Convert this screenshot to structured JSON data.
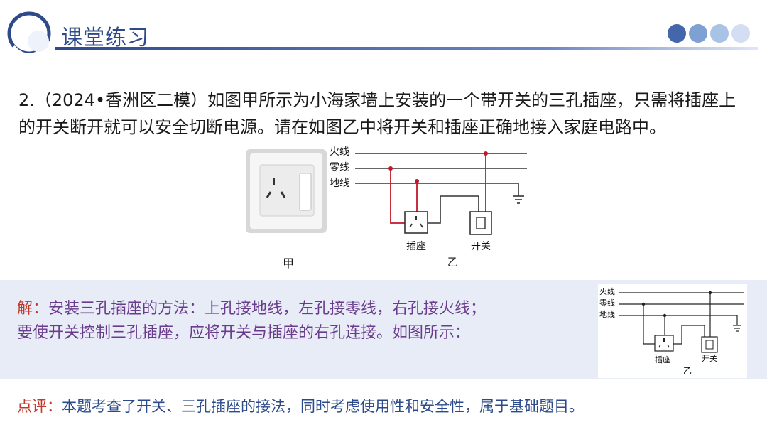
{
  "header": {
    "title": "课堂练习"
  },
  "question": {
    "text": "2.（2024•香洲区二模）如图甲所示为小海家墙上安装的一个带开关的三孔插座，只需将插座上的开关断开就可以安全切断电源。请在如图乙中将开关和插座正确地接入家庭电路中。"
  },
  "figure_jia": {
    "label": "甲"
  },
  "figure_yi": {
    "label": "乙",
    "line_fire": "火线",
    "line_neutral": "零线",
    "line_ground": "地线",
    "socket_label": "插座",
    "switch_label": "开关"
  },
  "solution": {
    "head": "解：",
    "line1": "安装三孔插座的方法：上孔接地线，左孔接零线，右孔接火线；",
    "line2": "要使开关控制三孔插座，应将开关与插座的右孔连接。如图所示："
  },
  "comment": {
    "head": "点评：",
    "text": "本题考查了开关、三孔插座的接法，同时考虑使用性和安全性，属于基础题目。"
  },
  "colors": {
    "title_blue": "#2e4a8a",
    "wire_red": "#c0182a",
    "solution_bg": "#e8ecf7",
    "solution_text": "#6a3d8c",
    "accent_red": "#c0392b"
  }
}
